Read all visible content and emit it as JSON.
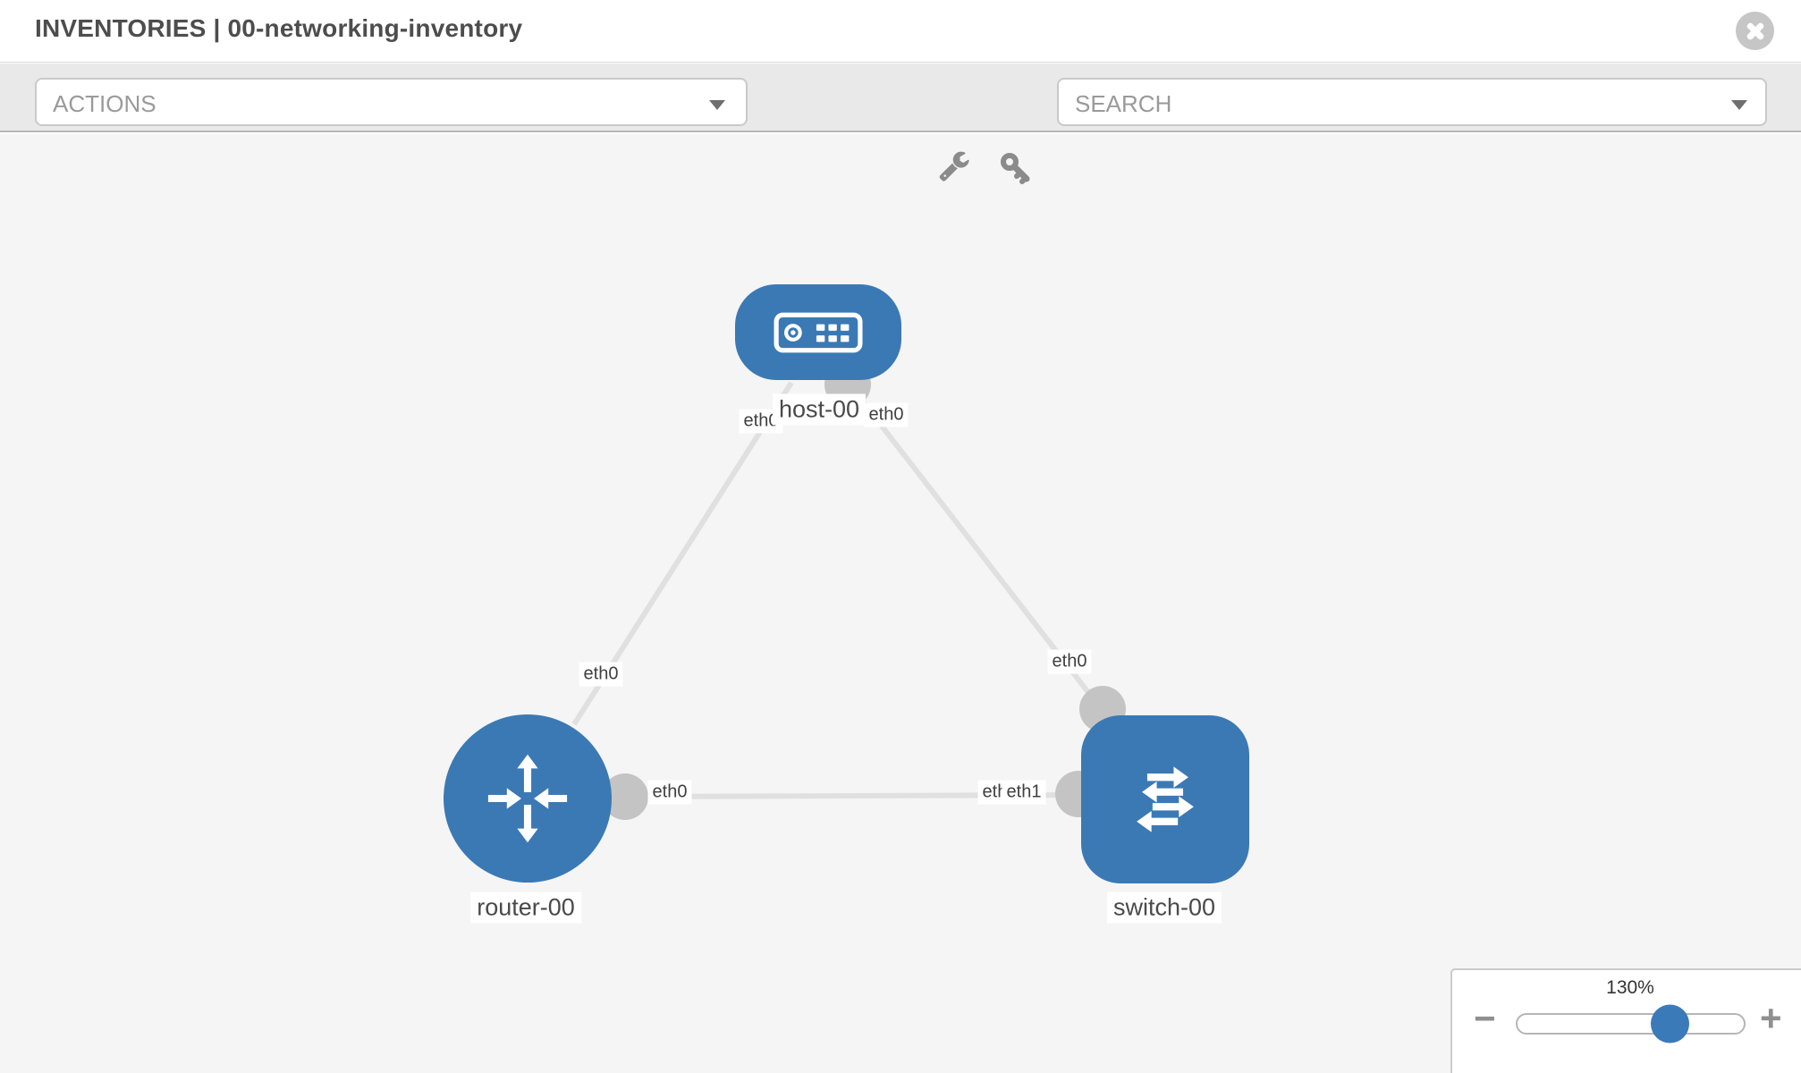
{
  "header": {
    "title": "INVENTORIES | 00-networking-inventory"
  },
  "toolbar": {
    "actions_label": "ACTIONS",
    "search_placeholder": "SEARCH"
  },
  "icons": {
    "close": "circle-x",
    "wrench": "wrench",
    "key": "key",
    "caret": "chevron-down"
  },
  "diagram": {
    "nodes": [
      {
        "id": "host-00",
        "type": "host",
        "label": "host-00"
      },
      {
        "id": "router-00",
        "type": "router",
        "label": "router-00"
      },
      {
        "id": "switch-00",
        "type": "switch",
        "label": "switch-00"
      }
    ],
    "links": [
      {
        "from": "host-00",
        "to": "router-00",
        "from_interface": "eth0",
        "to_interface": "eth0"
      },
      {
        "from": "host-00",
        "to": "switch-00",
        "from_interface": "eth0",
        "to_interface": "eth0"
      },
      {
        "from": "router-00",
        "to": "switch-00",
        "from_interface": "eth0",
        "to_interface": "eth1"
      }
    ],
    "overlapped_interface": "eth0"
  },
  "zoom_panel": {
    "level": "130%",
    "minus_label": "−",
    "plus_label": "+"
  },
  "colors": {
    "node_blue": "#3b79b4",
    "link_gray": "#e0e0e0",
    "connector_gray": "#c4c4c4",
    "toolbar_gray": "#e9e9e9",
    "canvas_gray": "#f5f5f5",
    "slider_thumb_blue": "#3b7ab8"
  }
}
